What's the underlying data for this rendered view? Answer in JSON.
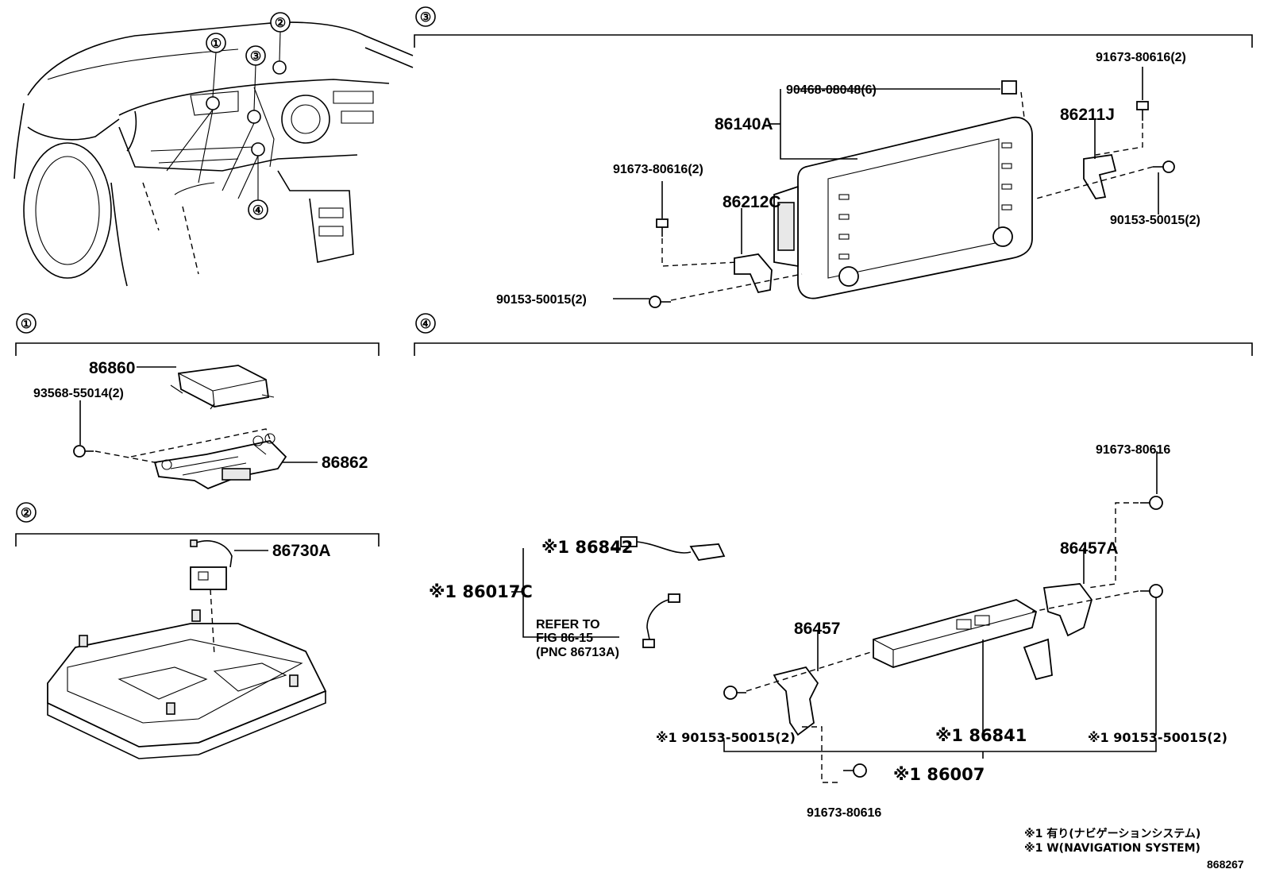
{
  "sections": {
    "s1": "①",
    "s2": "②",
    "s3": "③",
    "s4": "④"
  },
  "overview": {
    "callouts": [
      "①",
      "②",
      "③",
      "④"
    ]
  },
  "section1": {
    "p86860": "86860",
    "p93568": "93568-55014(2)",
    "p86862": "86862"
  },
  "section2": {
    "p86730A": "86730A"
  },
  "section3": {
    "p90468": "90468-08048(6)",
    "p86140A": "86140A",
    "p91673_top": "91673-80616(2)",
    "p86211J": "86211J",
    "p91673_left": "91673-80616(2)",
    "p86212C": "86212C",
    "p90153_right": "90153-50015(2)",
    "p90153_left": "90153-50015(2)"
  },
  "section4": {
    "p86842": "※1 86842",
    "p86017C": "※1 86017C",
    "refer1": "REFER TO",
    "refer2": "FIG 86-15",
    "refer3": "(PNC 86713A)",
    "p91673_top": "91673-80616",
    "p86457A": "86457A",
    "p86457": "86457",
    "p90153_left": "※1 90153-50015(2)",
    "p86841": "※1 86841",
    "p90153_right": "※1 90153-50015(2)",
    "p86007": "※1 86007",
    "p91673_bottom": "91673-80616"
  },
  "notes": {
    "jp": "※1 有り(ナビゲーションシステム)",
    "en": "※1 W(NAVIGATION SYSTEM)",
    "fig": "868267"
  }
}
